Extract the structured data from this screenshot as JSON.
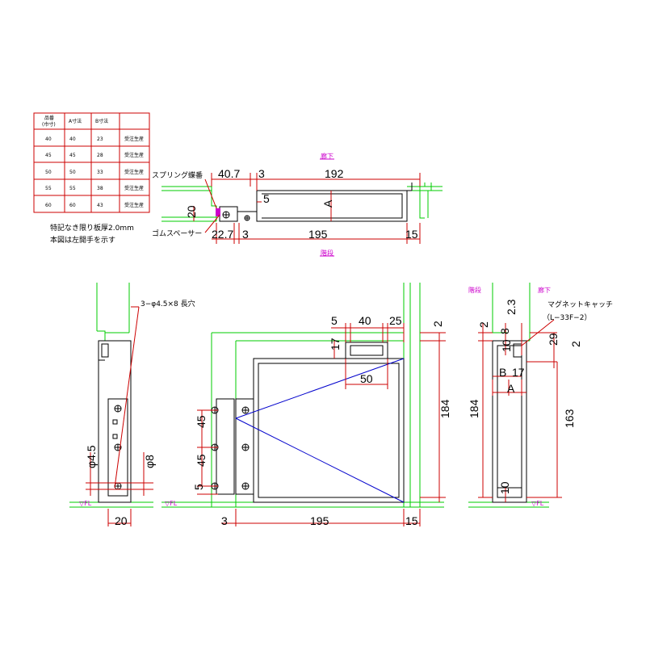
{
  "table": {
    "headers": [
      "品番\n(巾寸)",
      "A寸法",
      "B寸法",
      ""
    ],
    "rows": [
      [
        "40",
        "40",
        "23",
        "受注生産"
      ],
      [
        "45",
        "45",
        "28",
        "受注生産"
      ],
      [
        "50",
        "50",
        "33",
        "受注生産"
      ],
      [
        "55",
        "55",
        "38",
        "受注生産"
      ],
      [
        "60",
        "60",
        "43",
        "受注生産"
      ]
    ],
    "note1": "特記なき限り板厚2.0mm",
    "note2": "本図は左開手を示す"
  },
  "plan": {
    "label_top": "廊下",
    "label_bottom": "階段",
    "spring_hinge": "スプリング蝶番",
    "rubber_spacer": "ゴムスペーサー",
    "dims": {
      "d40_7": "40.7",
      "d3_top": "3",
      "d192": "192",
      "d5": "5",
      "dA": "A",
      "d20": "20",
      "d22_7": "22.7",
      "d3_bot": "3",
      "d195": "195",
      "d15": "15"
    }
  },
  "left_section": {
    "hole_note": "3−φ4.5×8 長穴",
    "dims": {
      "phi4_5": "φ4.5",
      "phi8": "φ8",
      "d20": "20"
    },
    "fl": "▽FL"
  },
  "elevation": {
    "dims": {
      "d5": "5",
      "d40": "40",
      "d25": "25",
      "d2": "2",
      "d17": "17",
      "d50": "50",
      "d45a": "45",
      "d45b": "45",
      "d5b": "5",
      "d184": "184",
      "d3": "3",
      "d195": "195",
      "d15": "15"
    },
    "fl": "▽FL"
  },
  "right_section": {
    "label_stairs": "階段",
    "label_corridor": "廊下",
    "magnet_catch": "マグネットキャッチ",
    "magnet_model": "（L−33F−2）",
    "dims": {
      "d2_3": "2.3",
      "d2a": "2",
      "d8": "8",
      "d29": "29",
      "d2b": "2",
      "d10": "10",
      "dB": "B",
      "d17": "17",
      "dA": "A",
      "d184": "184",
      "d163": "163",
      "d10b": "10"
    },
    "fl": "▽FL"
  },
  "colors": {
    "wall": "#00cc00",
    "dim": "#cc0000",
    "hidden": "#0000cc",
    "label": "#cc00cc",
    "part": "#000000"
  }
}
